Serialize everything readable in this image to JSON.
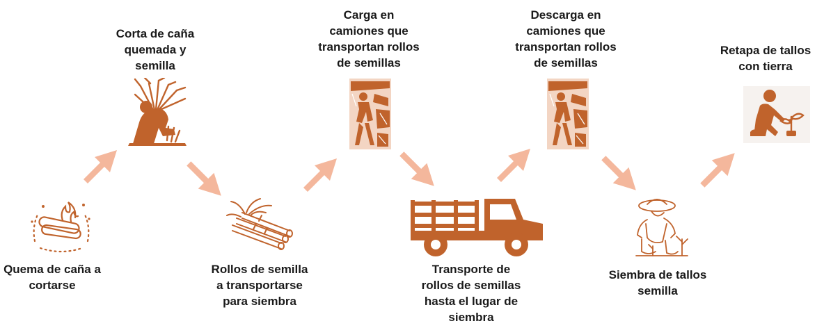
{
  "steps": [
    {
      "label": "Quema de caña a\ncortarse",
      "icon": "burning-cane-icon"
    },
    {
      "label": "Corta de caña\nquemada y\nsemilla",
      "icon": "cutter-worker-icon"
    },
    {
      "label": "Rollos de semilla\na transportarse\npara siembra",
      "icon": "cane-bundle-icon"
    },
    {
      "label": "Carga en\ncamiones que\ntransportan rollos\nde semillas",
      "icon": "loading-workers-icon"
    },
    {
      "label": "Transporte de\nrollos de semillas\nhasta el lugar de\nsiembra",
      "icon": "truck-icon"
    },
    {
      "label": "Descarga en\ncamiones que\ntransportan rollos\nde semillas",
      "icon": "unloading-workers-icon"
    },
    {
      "label": "Siembra de tallos\nsemilla",
      "icon": "planting-worker-icon"
    },
    {
      "label": "Retapa de tallos\ncon tierra",
      "icon": "person-planting-icon"
    }
  ],
  "colors": {
    "icon": "#c0632c",
    "arrow": "#f4b79c",
    "text": "#1a1a1a"
  }
}
